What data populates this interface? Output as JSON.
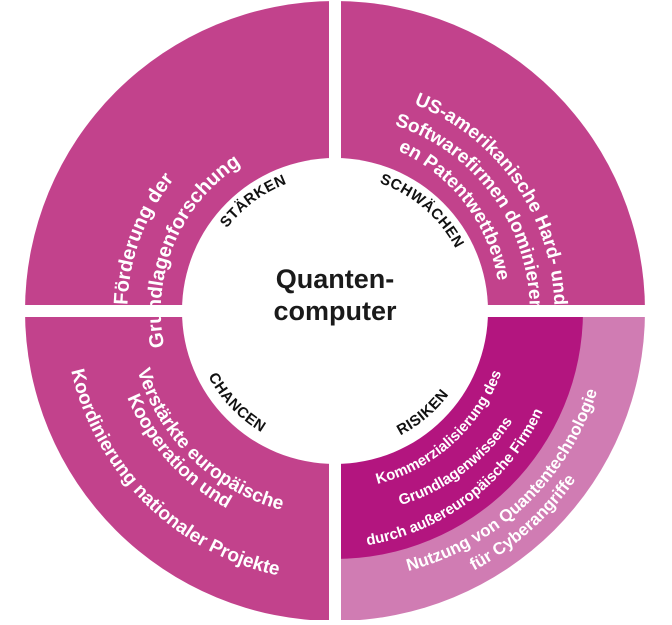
{
  "center": {
    "line1": "Quanten-",
    "line2": "computer"
  },
  "colors": {
    "quadrant": "#c2428c",
    "risk_inner": "#b3157f",
    "risk_outer": "#d07cb3",
    "center": "#ffffff",
    "divider": "#ffffff"
  },
  "quadrants": {
    "strengths": {
      "label": "STÄRKEN",
      "text": [
        "Förderung der",
        "Grundlagenforschung"
      ]
    },
    "weaknesses": {
      "label": "SCHWÄCHEN",
      "text": [
        "US-amerikanische Hard- und",
        "Softwarefirmen dominieren",
        "den Patentwettbewerb"
      ]
    },
    "opportunities": {
      "label": "CHANCEN",
      "text": [
        "Verstärkte europäische",
        "Kooperation und",
        "Koordinierung nationaler Projekte"
      ]
    },
    "risks": {
      "label": "RISIKEN",
      "inner_text": [
        "Kommerzialisierung des",
        "Grundlagenwissens",
        "durch außereuropäische Firmen"
      ],
      "outer_text": [
        "Nutzung von Quantentechnologie",
        "für Cyberangriffe"
      ]
    }
  }
}
